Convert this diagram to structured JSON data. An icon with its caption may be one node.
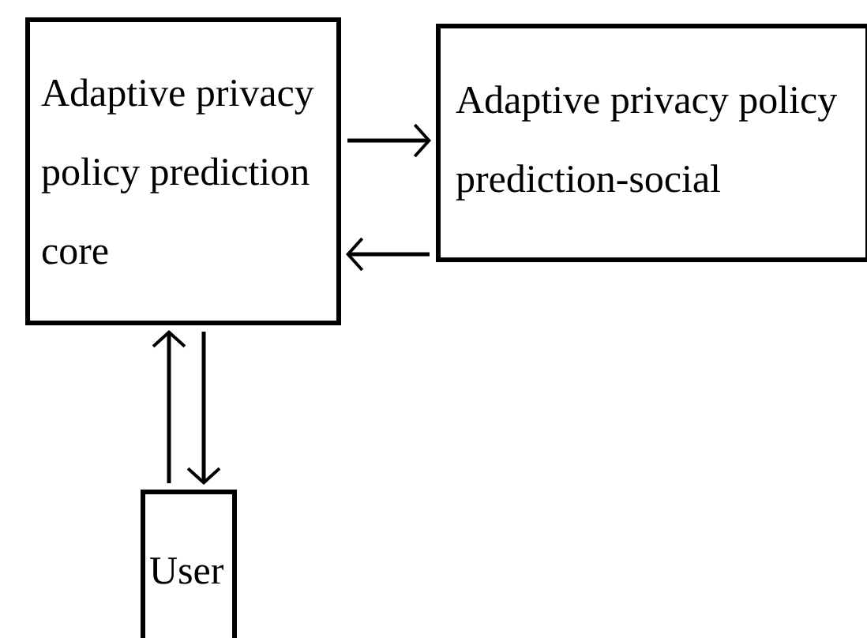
{
  "diagram": {
    "nodes": [
      {
        "text": [
          "Adaptive privacy policy prediction core"
        ]
      },
      {
        "text": [
          "Adaptive privacy policy prediction-social"
        ]
      },
      {
        "text": [
          "User"
        ]
      }
    ],
    "edges": [
      {
        "from": 0,
        "to": 1,
        "arrow": "to"
      },
      {
        "from": 1,
        "to": 0,
        "arrow": "to"
      },
      {
        "from": 0,
        "to": 2,
        "arrow": "to"
      },
      {
        "from": 2,
        "to": 0,
        "arrow": "to"
      }
    ]
  }
}
